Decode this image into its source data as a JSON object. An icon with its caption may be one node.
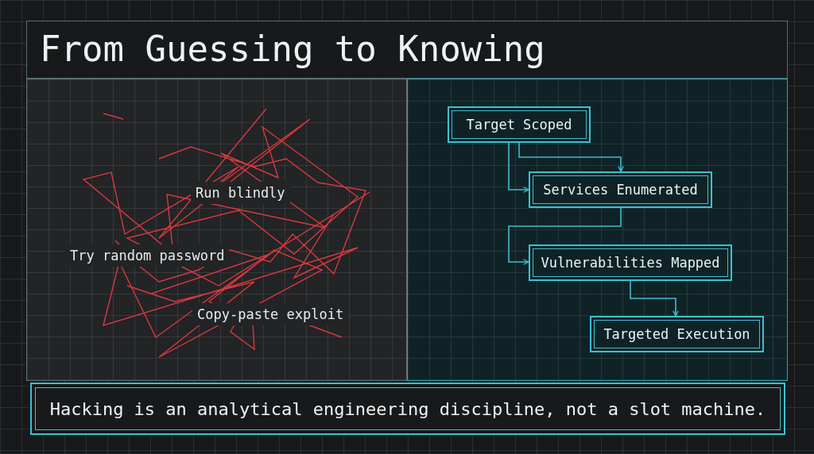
{
  "diagram": {
    "title": "From Guessing to Knowing",
    "caption": "Hacking is an analytical engineering discipline, not a slot machine.",
    "nodes": [
      {
        "text": [
          "Target Scoped"
        ]
      },
      {
        "text": [
          "Services Enumerated"
        ]
      },
      {
        "text": [
          "Vulnerabilities Mapped"
        ]
      },
      {
        "text": [
          "Targeted Execution"
        ]
      }
    ],
    "edges": [
      {
        "from": 0,
        "to": 1,
        "arrow": "to"
      },
      {
        "from": 0,
        "to": 1,
        "arrow": "to"
      },
      {
        "from": 1,
        "to": 2,
        "arrow": "to"
      },
      {
        "from": 2,
        "to": 3,
        "arrow": "to"
      }
    ],
    "labels": [
      "Run blindly",
      "Try random password",
      "Copy-paste exploit"
    ]
  }
}
